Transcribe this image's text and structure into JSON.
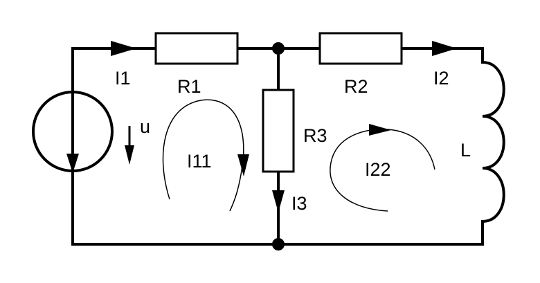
{
  "labels": {
    "i1": "I1",
    "r1": "R1",
    "u": "u",
    "i11": "I11",
    "r3": "R3",
    "i3": "I3",
    "r2": "R2",
    "i2": "I2",
    "i22": "I22",
    "l": "L"
  }
}
